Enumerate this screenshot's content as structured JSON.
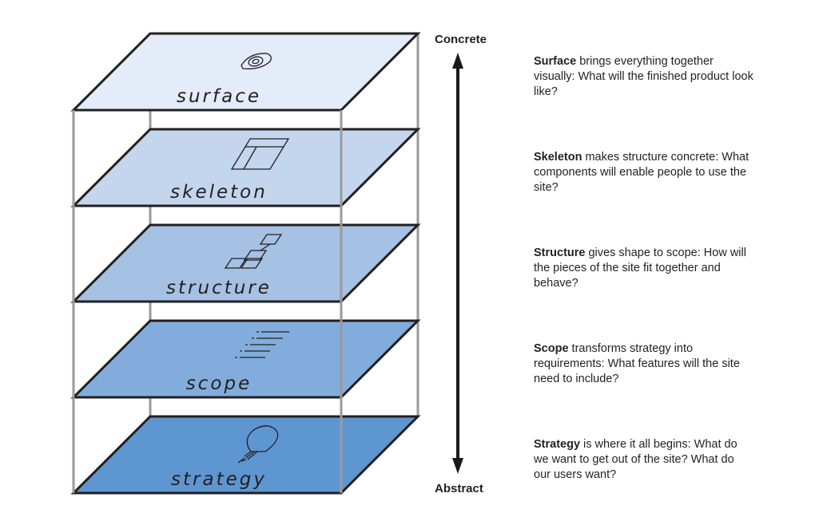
{
  "axis": {
    "top_label": "Concrete",
    "bottom_label": "Abstract"
  },
  "layers": [
    {
      "key": "surface",
      "label": "surface",
      "fill": "#e3ecf8",
      "icon": "eye-icon"
    },
    {
      "key": "skeleton",
      "label": "skeleton",
      "fill": "#c3d6ee",
      "icon": "wireframe-icon"
    },
    {
      "key": "structure",
      "label": "structure",
      "fill": "#a5c1e4",
      "icon": "sitemap-icon"
    },
    {
      "key": "scope",
      "label": "scope",
      "fill": "#82acdc",
      "icon": "list-icon"
    },
    {
      "key": "strategy",
      "label": "strategy",
      "fill": "#5e96d1",
      "icon": "lightbulb-icon"
    }
  ],
  "descriptions": [
    {
      "term": "Surface",
      "text": " brings everything together visually: What will the finished product look like?"
    },
    {
      "term": "Skeleton",
      "text": " makes structure concrete: What components will enable people to use the site?"
    },
    {
      "term": "Structure",
      "text": " gives shape to scope: How will the pieces of the site fit together and behave?"
    },
    {
      "term": "Scope",
      "text": " transforms strategy into requirements: What features will the site need to include?"
    },
    {
      "term": "Strategy",
      "text": " is where it all begins: What do we want to get out of the site? What do our users want?"
    }
  ]
}
